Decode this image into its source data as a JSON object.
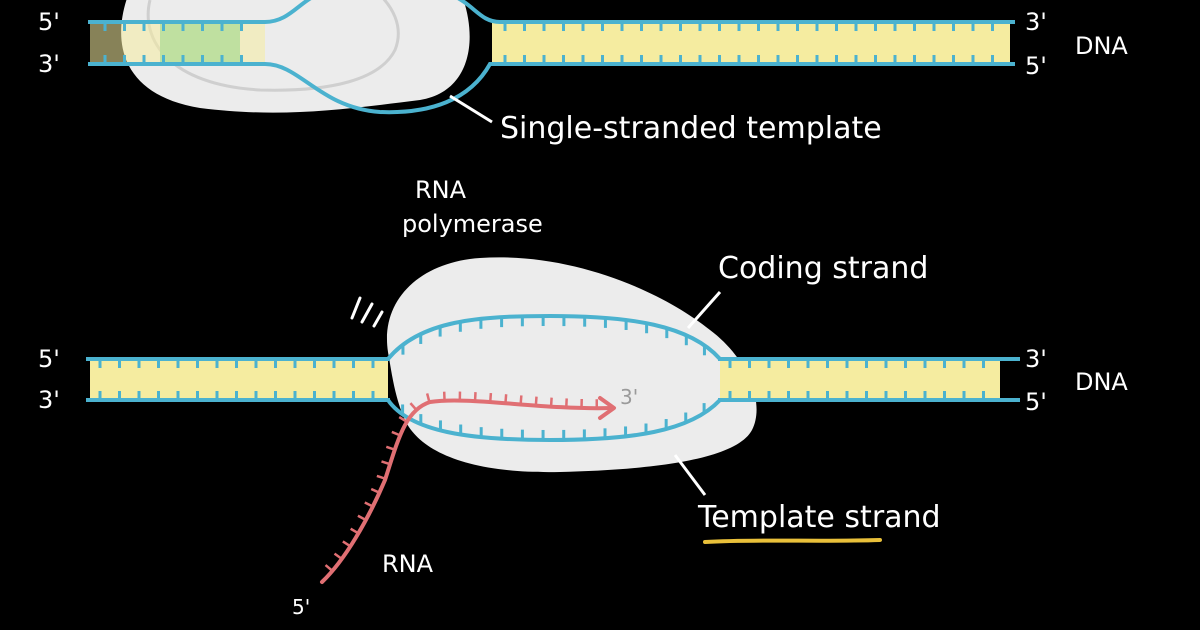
{
  "colors": {
    "background": "#000000",
    "backbone": "#4bb2cf",
    "base_pair_fill": "#f5eca0",
    "polymerase_fill": "#ececec",
    "rna": "#e06f73",
    "highlight_underline": "#e9c03a",
    "label": "#ffffff"
  },
  "top_panel": {
    "left_end_top": "5'",
    "left_end_bottom": "3'",
    "right_end_top": "3'",
    "right_end_bottom": "5'",
    "dna_label": "DNA",
    "template_label": "Single-stranded template"
  },
  "bottom_panel": {
    "polymerase_label_line1": "RNA",
    "polymerase_label_line2": "polymerase",
    "coding_label": "Coding strand",
    "template_label": "Template strand",
    "left_end_top": "5'",
    "left_end_bottom": "3'",
    "right_end_top": "3'",
    "right_end_bottom": "5'",
    "dna_label": "DNA",
    "rna_label": "RNA",
    "rna_five_prime": "5'",
    "rna_three_prime": "3'"
  }
}
